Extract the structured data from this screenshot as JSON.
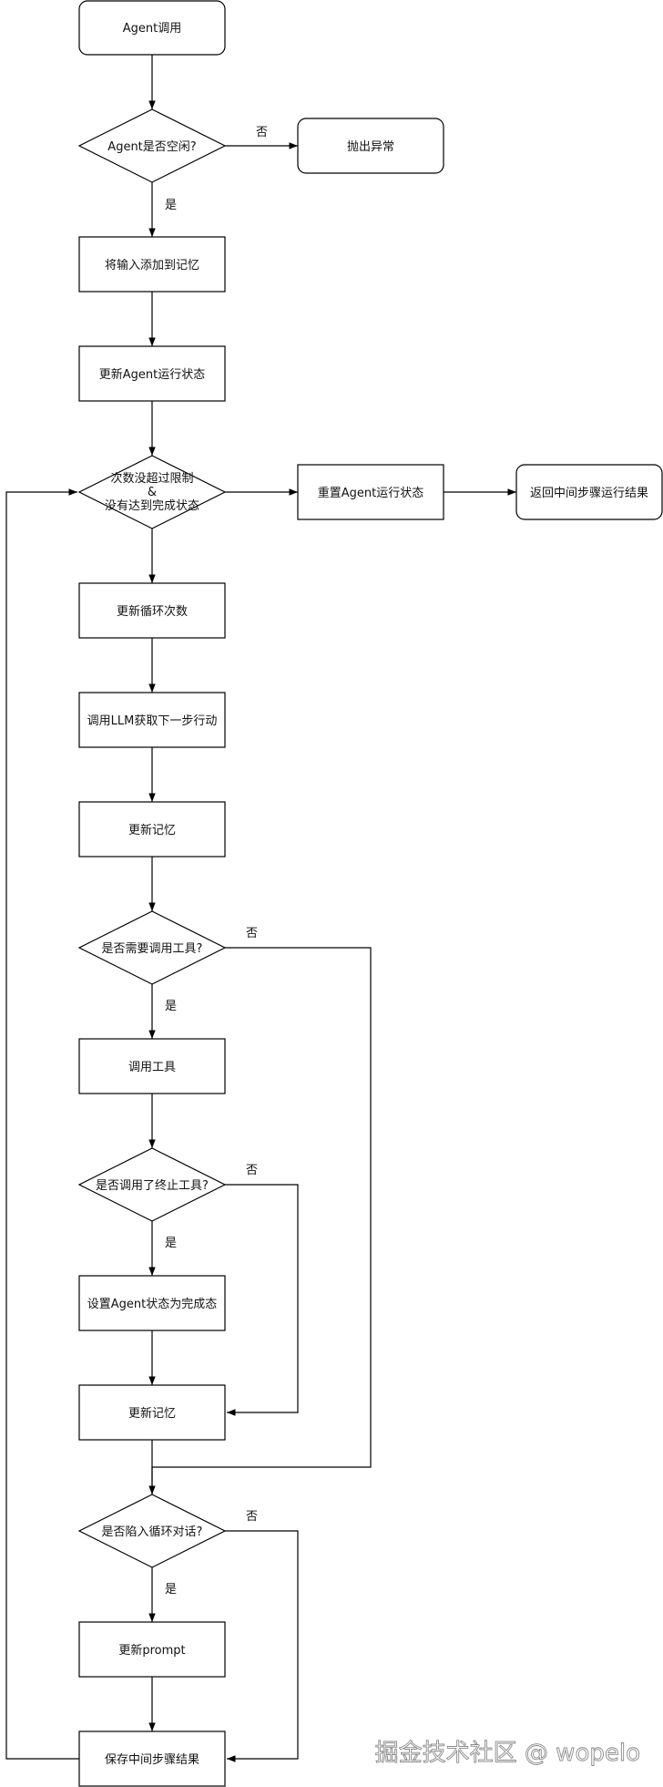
{
  "nodes": {
    "agent_call": "Agent调用",
    "agent_idle_q": "Agent是否空闲?",
    "throw_exception": "抛出异常",
    "add_input_memory": "将输入添加到记忆",
    "update_state": "更新Agent运行状态",
    "loop_cond_line1": "次数没超过限制",
    "loop_cond_line2": "&",
    "loop_cond_line3": "没有达到完成状态",
    "reset_state": "重置Agent运行状态",
    "return_results": "返回中间步骤运行结果",
    "update_loop_count": "更新循环次数",
    "call_llm": "调用LLM获取下一步行动",
    "update_memory_1": "更新记忆",
    "need_tool_q": "是否需要调用工具?",
    "call_tool": "调用工具",
    "terminate_tool_q": "是否调用了终止工具?",
    "set_complete": "设置Agent状态为完成态",
    "update_memory_2": "更新记忆",
    "loop_dialog_q": "是否陷入循环对话?",
    "update_prompt": "更新prompt",
    "save_results": "保存中间步骤结果"
  },
  "edge_labels": {
    "no": "否",
    "yes": "是"
  },
  "watermark": "掘金技术社区 @ wopelo"
}
